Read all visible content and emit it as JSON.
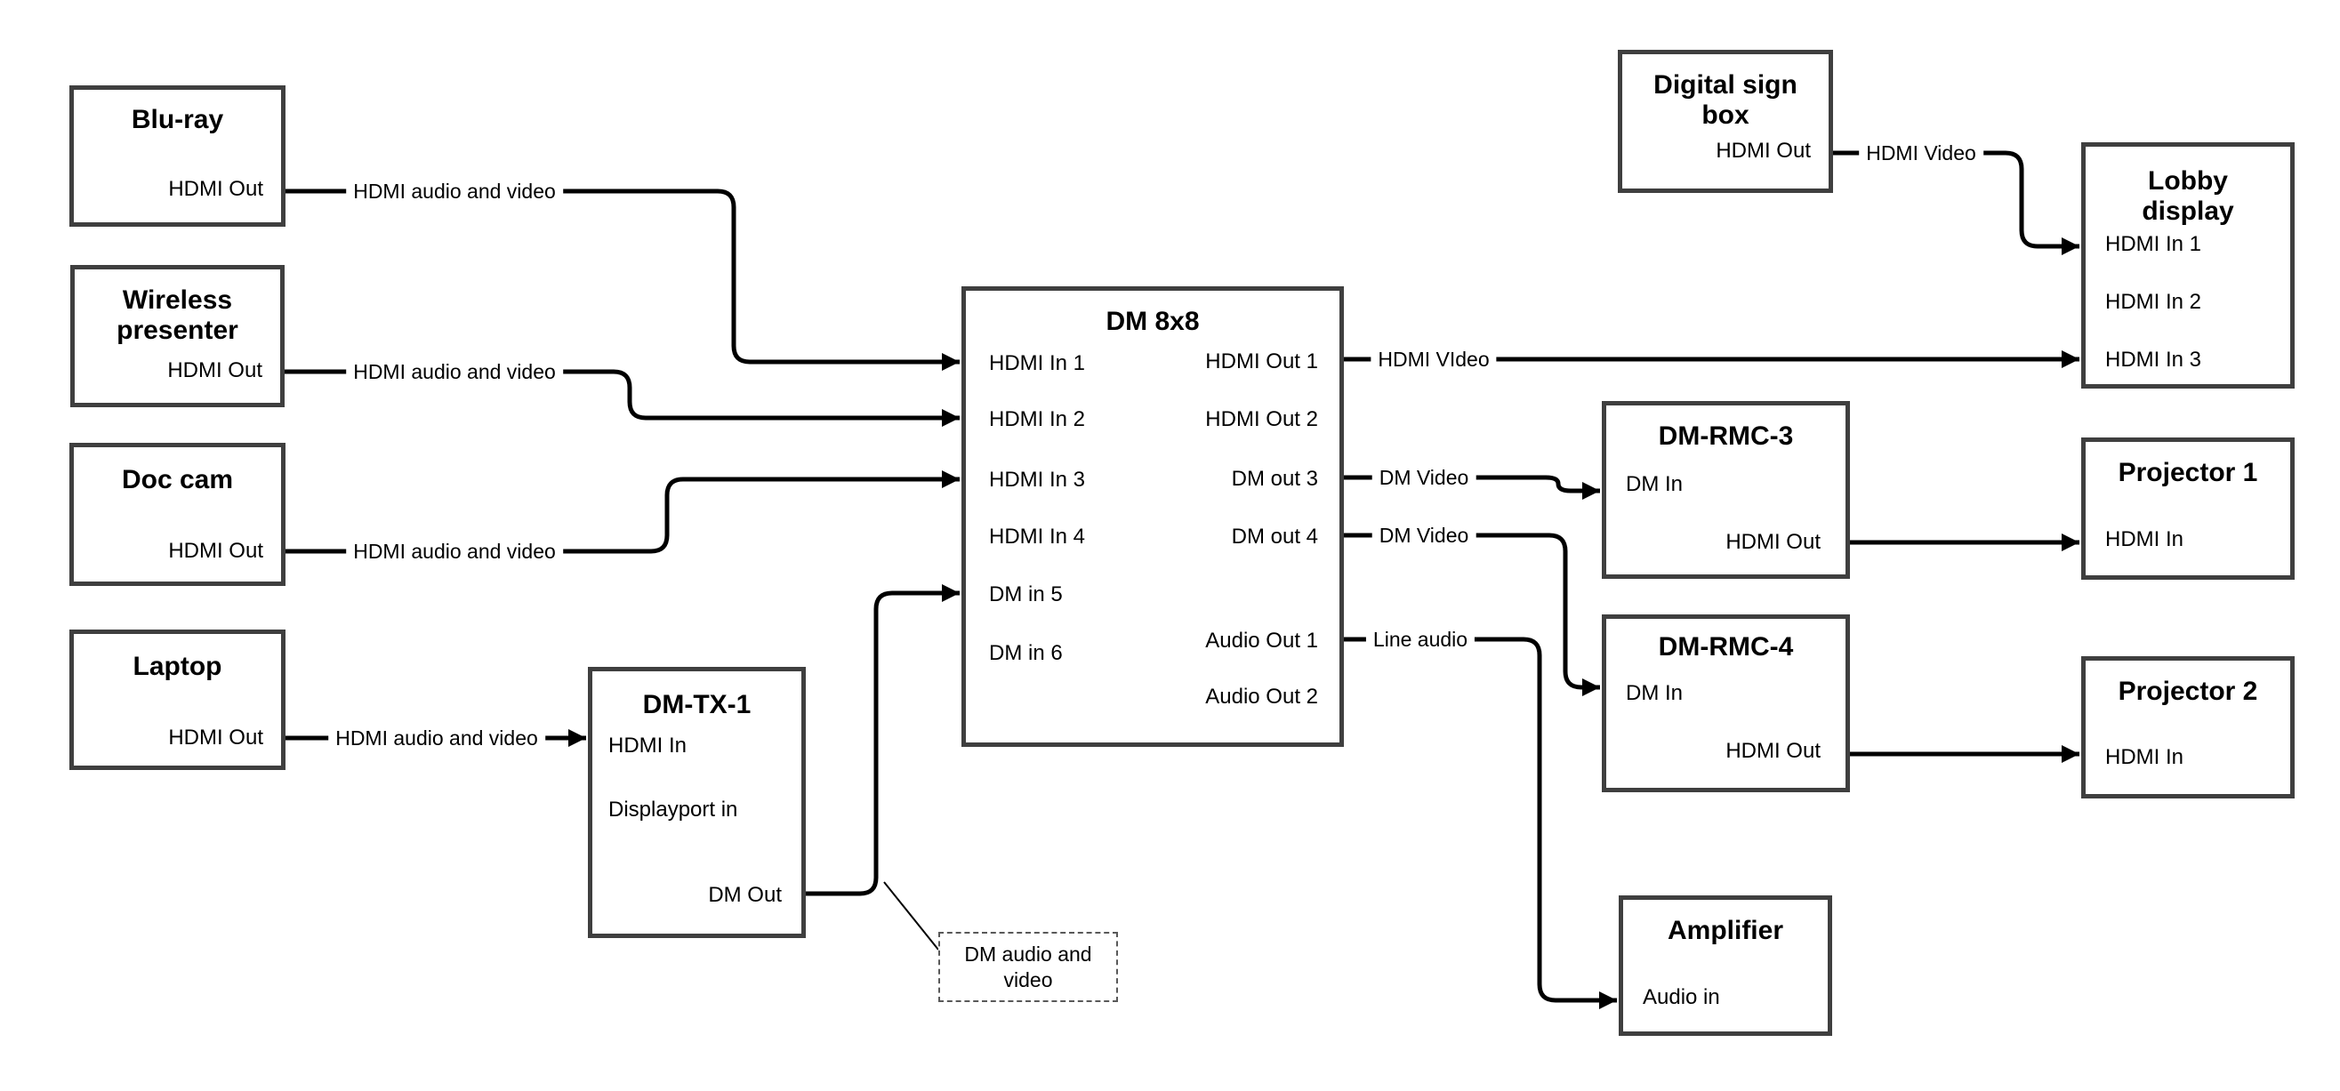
{
  "canvas": {
    "background": "#ffffff",
    "line_color": "#000000",
    "box_border_color": "#3f3f3f"
  },
  "nodes": {
    "blu_ray": {
      "title": "Blu-ray",
      "port": "HDMI Out"
    },
    "wireless_presenter": {
      "title": "Wireless presenter",
      "port": "HDMI Out"
    },
    "doc_cam": {
      "title": "Doc cam",
      "port": "HDMI Out"
    },
    "laptop": {
      "title": "Laptop",
      "port": "HDMI Out"
    },
    "dm_tx_1": {
      "title": "DM-TX-1",
      "ports": {
        "hdmi_in": "HDMI In",
        "displayport_in": "Displayport in",
        "dm_out": "DM Out"
      }
    },
    "dm_8x8": {
      "title": "DM 8x8",
      "inputs": [
        "HDMI In 1",
        "HDMI In 2",
        "HDMI In 3",
        "HDMI In 4",
        "DM in 5",
        "DM in 6"
      ],
      "outputs": [
        "HDMI Out 1",
        "HDMI Out 2",
        "DM out 3",
        "DM out 4",
        "Audio Out 1",
        "Audio Out 2"
      ]
    },
    "digital_sign_box": {
      "title": "Digital sign box",
      "port": "HDMI Out"
    },
    "lobby_display": {
      "title": "Lobby display",
      "inputs": [
        "HDMI In 1",
        "HDMI In 2",
        "HDMI In 3"
      ]
    },
    "dm_rmc_3": {
      "title": "DM-RMC-3",
      "ports": {
        "dm_in": "DM In",
        "hdmi_out": "HDMI Out"
      }
    },
    "projector_1": {
      "title": "Projector 1",
      "port": "HDMI In"
    },
    "dm_rmc_4": {
      "title": "DM-RMC-4",
      "ports": {
        "dm_in": "DM In",
        "hdmi_out": "HDMI Out"
      }
    },
    "projector_2": {
      "title": "Projector 2",
      "port": "HDMI In"
    },
    "amplifier": {
      "title": "Amplifier",
      "port": "Audio in"
    }
  },
  "edge_labels": {
    "blu_ray": "HDMI audio and video",
    "wireless": "HDMI audio and video",
    "doc_cam": "HDMI audio and video",
    "laptop": "HDMI audio and video",
    "hdmi_out_1": "HDMI VIdeo",
    "digital_sign": "HDMI Video",
    "dm_out_3": "DM Video",
    "dm_out_4": "DM Video",
    "audio_out_1": "Line audio"
  },
  "note": {
    "text": "DM audio and video"
  }
}
